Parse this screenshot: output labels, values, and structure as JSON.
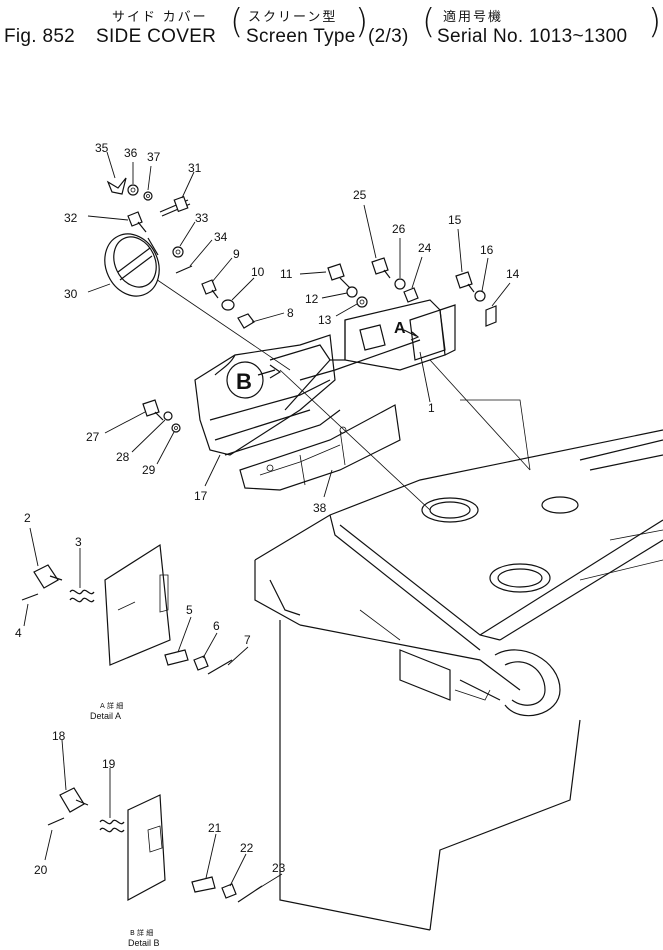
{
  "header": {
    "jp_part_name": "サイド カバー",
    "jp_type": "スクリーン型",
    "jp_serial": "適用号機",
    "fig_label": "Fig. 852",
    "part_name": "SIDE COVER",
    "type_label": "Screen Type",
    "page": "(2/3)",
    "serial_label": "Serial No. 1013~1300"
  },
  "view_labels": {
    "a": "A",
    "b": "B"
  },
  "details": {
    "a_jp": "A 詳 細",
    "a_en": "Detail A",
    "b_jp": "B 詳 細",
    "b_en": "Detail B"
  },
  "callouts": [
    "1",
    "2",
    "3",
    "4",
    "5",
    "6",
    "7",
    "8",
    "9",
    "10",
    "11",
    "12",
    "13",
    "14",
    "15",
    "16",
    "17",
    "18",
    "19",
    "20",
    "21",
    "22",
    "23",
    "24",
    "25",
    "26",
    "27",
    "28",
    "29",
    "30",
    "31",
    "32",
    "33",
    "34",
    "35",
    "36",
    "37",
    "38"
  ]
}
